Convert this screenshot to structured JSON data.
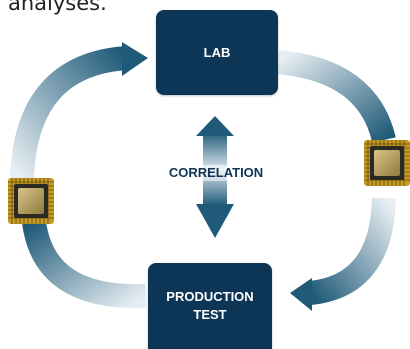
{
  "header_fragment": "analyses.",
  "diagram": {
    "top_box": "LAB",
    "bottom_box_line1": "PRODUCTION",
    "bottom_box_line2": "TEST",
    "center_label": "CORRELATION"
  },
  "colors": {
    "box_fill": "#0d3556",
    "arrow_dark": "#1f5a78",
    "arrow_light": "#e7eef3",
    "chip_gold": "#c79a22",
    "chip_core": "#a89256"
  },
  "icons": [
    "cycle-arrow-icon",
    "double-arrow-icon",
    "chip-icon"
  ]
}
